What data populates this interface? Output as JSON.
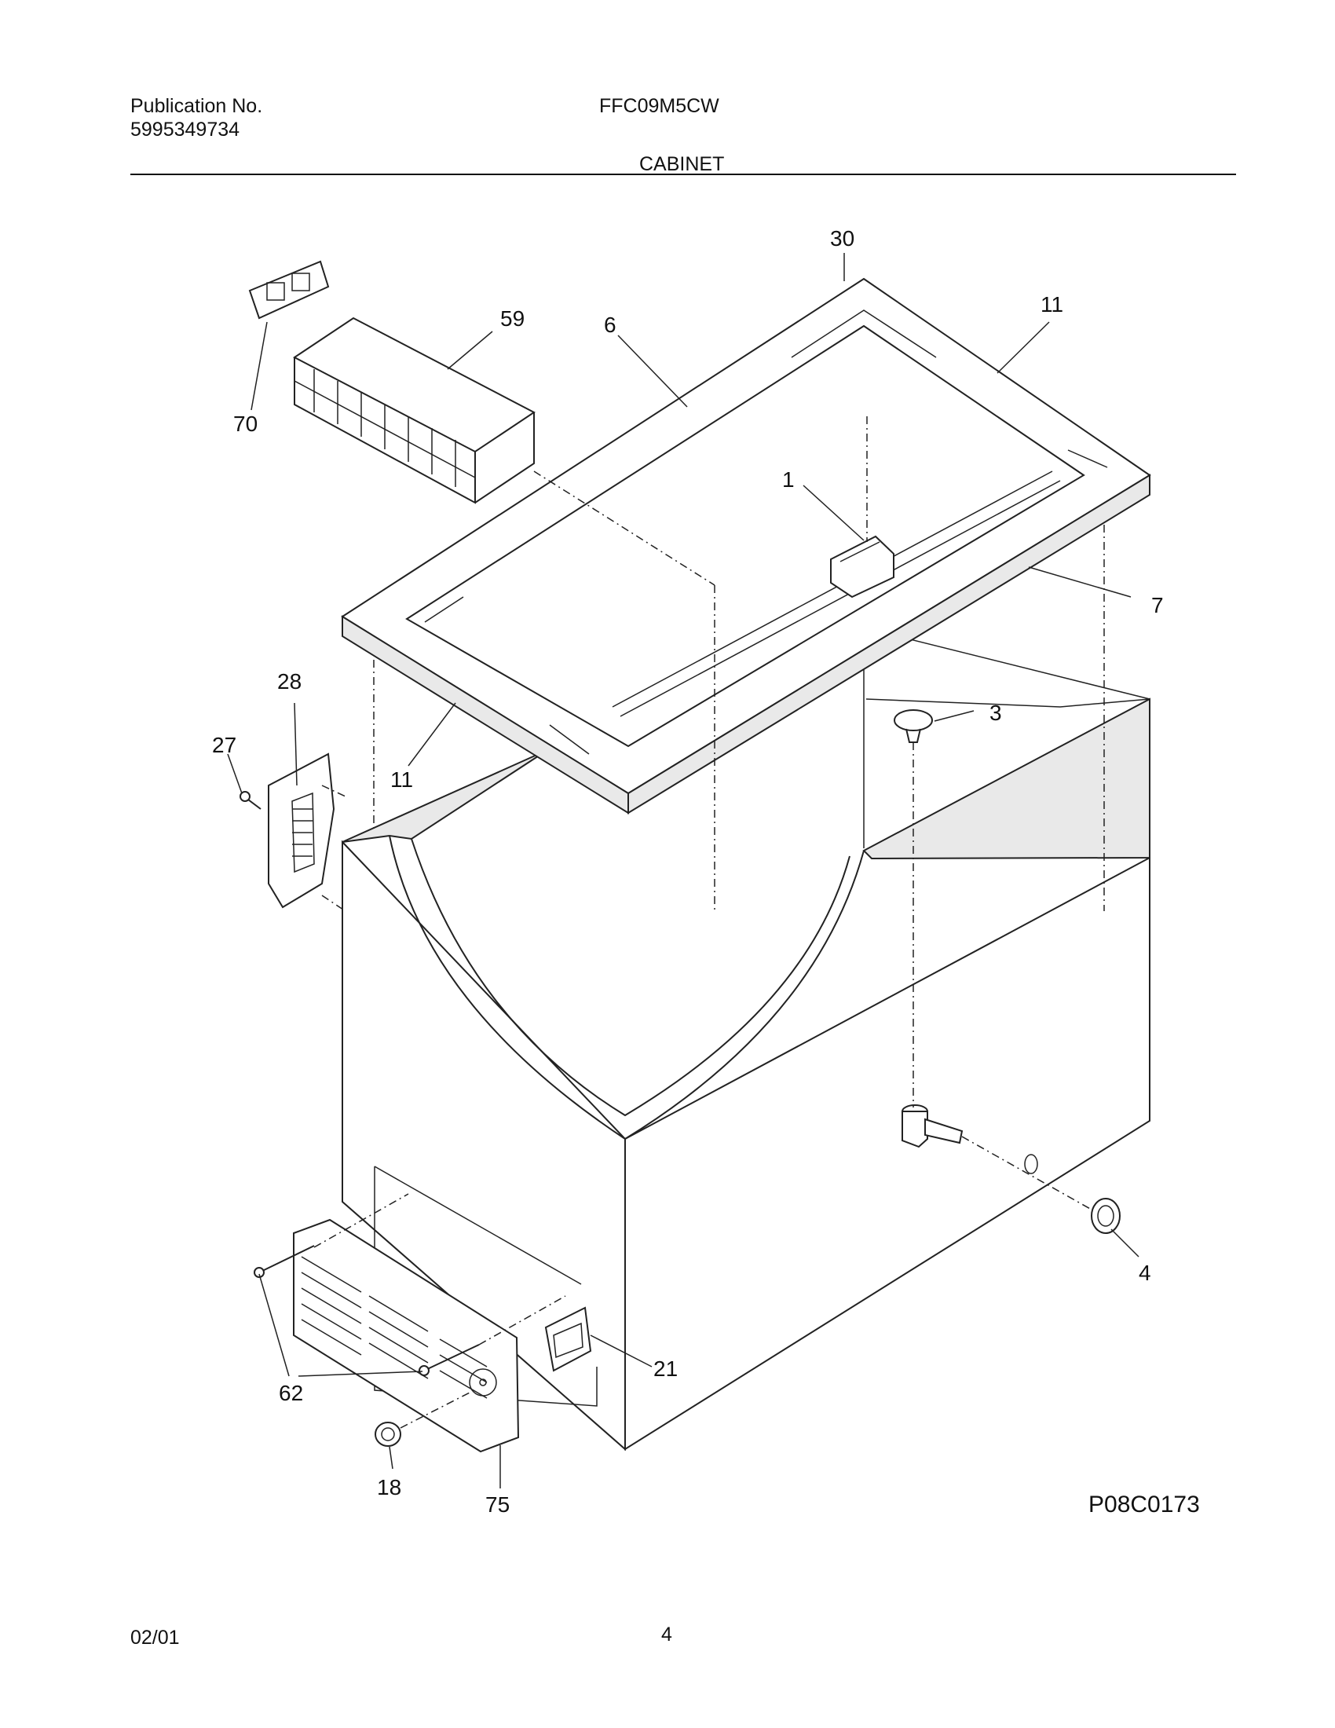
{
  "header": {
    "publication_label": "Publication No.",
    "publication_number": "5995349734",
    "model": "FFC09M5CW",
    "section": "CABINET"
  },
  "diagram": {
    "code": "P08C0173",
    "callouts": [
      "30",
      "11",
      "59",
      "6",
      "70",
      "1",
      "7",
      "28",
      "3",
      "27",
      "11",
      "4",
      "21",
      "62",
      "18",
      "75"
    ]
  },
  "footer": {
    "date": "02/01",
    "page": "4"
  }
}
